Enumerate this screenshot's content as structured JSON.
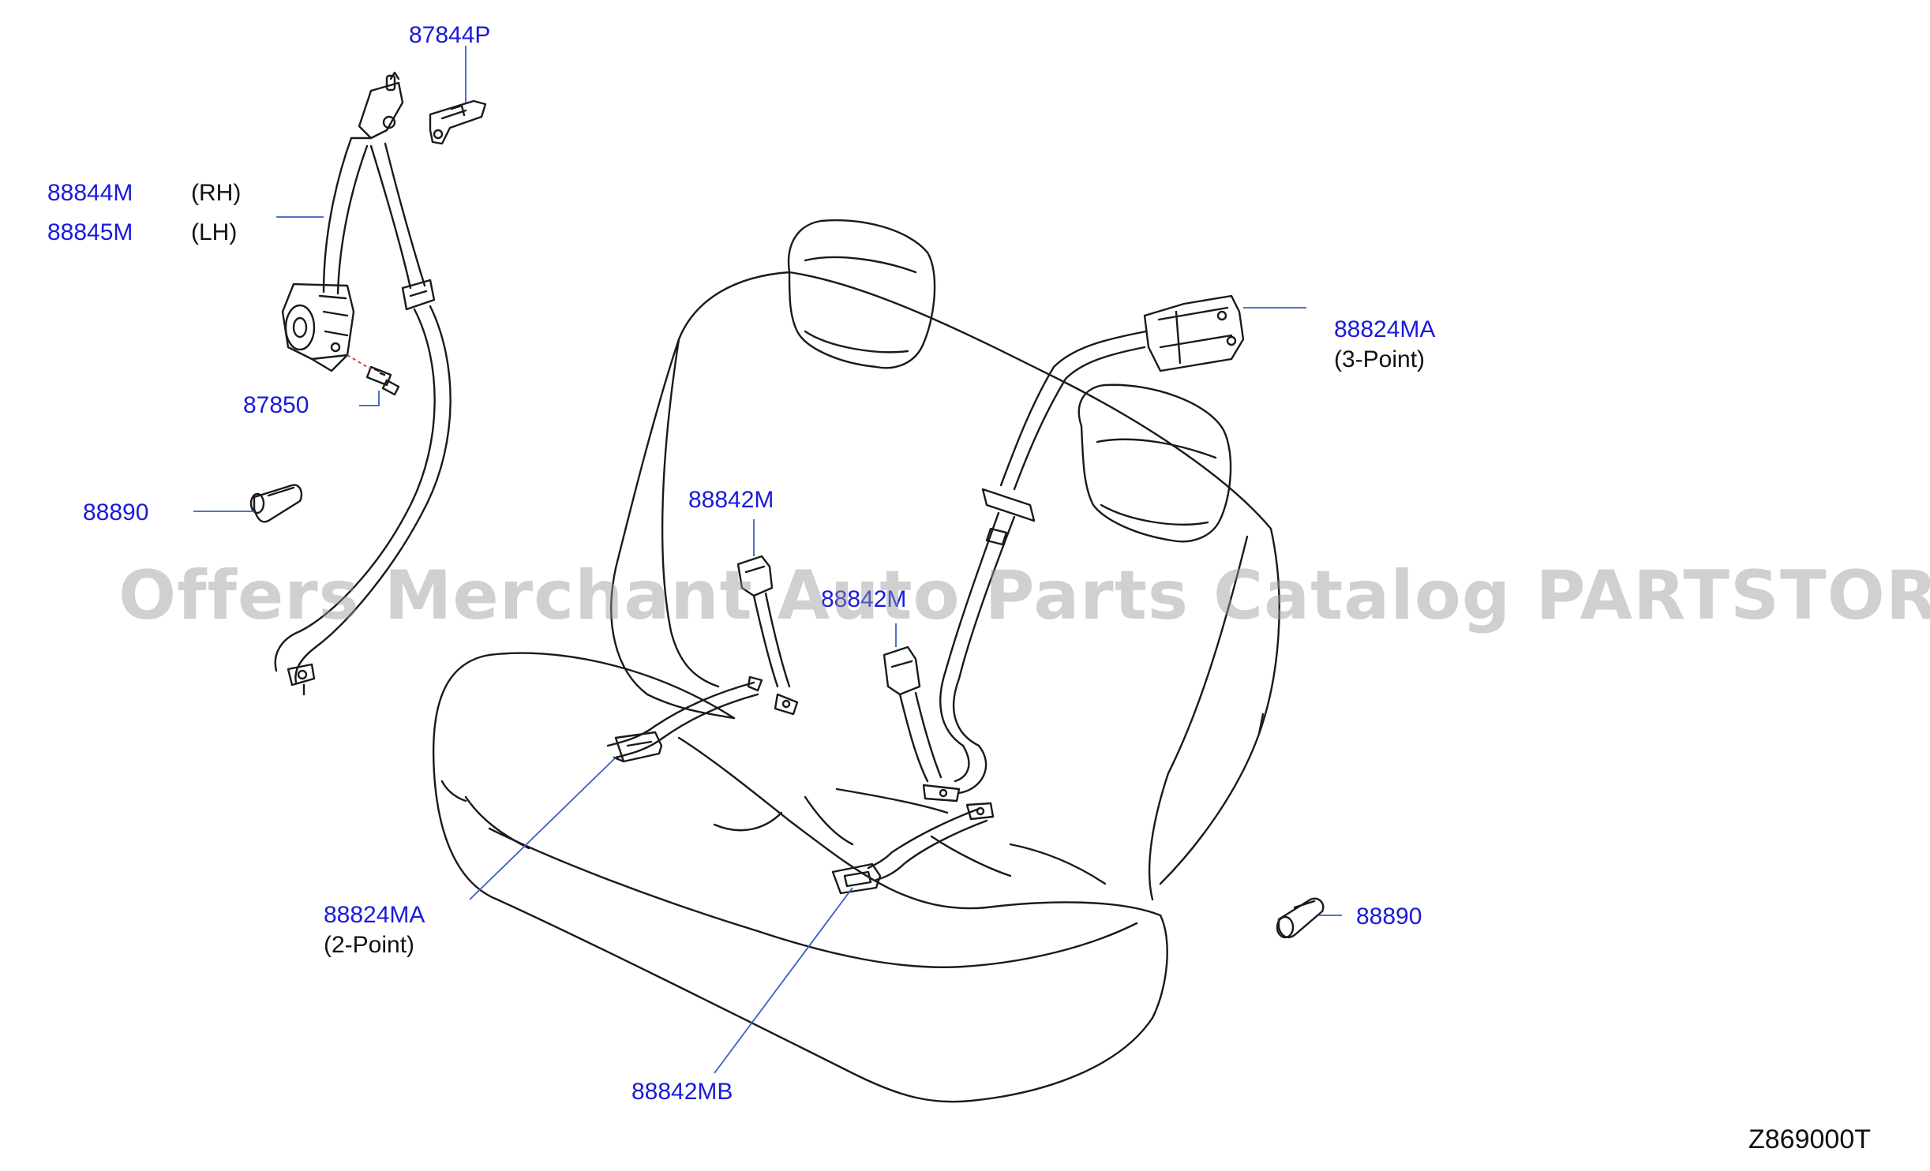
{
  "colors": {
    "label": "#1a1adb",
    "line_art": "#1a1a1a",
    "leader": "#3a5fc0",
    "watermark": "#969696"
  },
  "labels": {
    "p87844P": "87844P",
    "p88844M": "88844M",
    "p88844M_side": "(RH)",
    "p88845M": "88845M",
    "p88845M_side": "(LH)",
    "p87850": "87850",
    "p88890_left": "88890",
    "p88890_right": "88890",
    "p88842M_left": "88842M",
    "p88842M_center": "88842M",
    "p88824MA_top": "88824MA",
    "p88824MA_top_note": "(3-Point)",
    "p88824MA_bottom": "88824MA",
    "p88824MA_bottom_note": "(2-Point)",
    "p88842MB": "88842MB"
  },
  "watermark": "Offers Merchant Auto Parts Catalog PARTSTORE.SA",
  "diagram_id": "Z869000T"
}
